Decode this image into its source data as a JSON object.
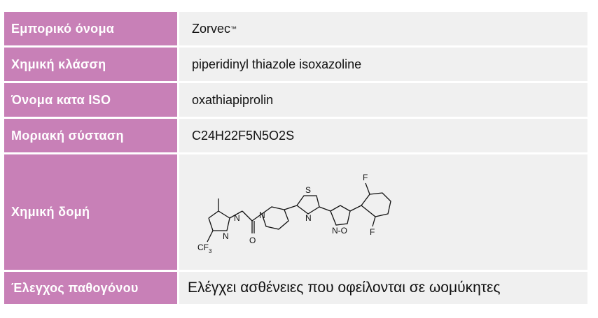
{
  "rows": [
    {
      "label": "Εμπορικό όνομα",
      "value": "Zorvec",
      "value_suffix": "™"
    },
    {
      "label": "Χημική κλάσση",
      "value": "piperidinyl thiazole isoxazoline"
    },
    {
      "label": "Όνομα κατα ISO",
      "value": "oxathiapiprolin"
    },
    {
      "label": "Μοριακή σύσταση",
      "value": "C24H22F5N5O2S"
    },
    {
      "label": "Χημική δομή",
      "structure_atoms": {
        "s": "S",
        "n1": "N",
        "n2": "N",
        "n3": "N",
        "n4": "N",
        "o1": "O",
        "o2": "O",
        "f1": "F",
        "f2": "F",
        "cf3": "CF",
        "cf3_sub": "3",
        "iso": "N-O"
      }
    },
    {
      "label": "Έλεγχος παθογόνου",
      "value": "Ελέγχει ασθένειες που οφείλονται σε ωομύκητες"
    }
  ],
  "colors": {
    "label_bg": "#c880b7",
    "value_bg": "#f0f0f0",
    "label_text": "#ffffff"
  }
}
